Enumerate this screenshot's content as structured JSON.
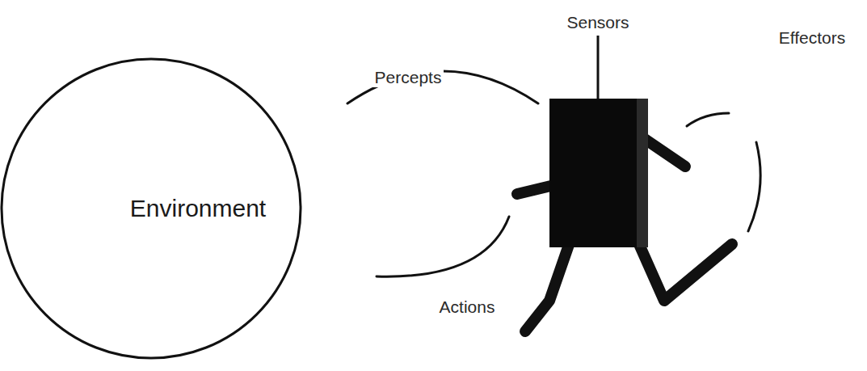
{
  "diagram": {
    "nodes": [
      {
        "text": [
          "Environment"
        ]
      }
    ],
    "labels": [
      "Sensors",
      "Percepts",
      "Effectors",
      "Actions"
    ]
  }
}
